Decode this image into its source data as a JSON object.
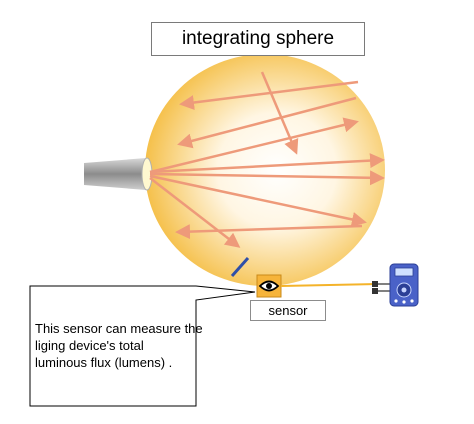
{
  "title": "integrating sphere",
  "sensor_label": "sensor",
  "callout": {
    "line1": "This sensor can measure the",
    "line2": "liging device's total",
    "line3": "luminous flux (lumens) ."
  },
  "colors": {
    "sphere_center": "#ffffff",
    "sphere_edge": "#f5c04a",
    "ray": "#ee9a7a",
    "baffle": "#2f4fa8",
    "sensor_fill": "#f6b43a",
    "wire": "#f4b32a",
    "meter_body": "#4a62c8"
  },
  "icons": [
    "eye-icon",
    "multimeter-icon",
    "light-source-icon"
  ]
}
